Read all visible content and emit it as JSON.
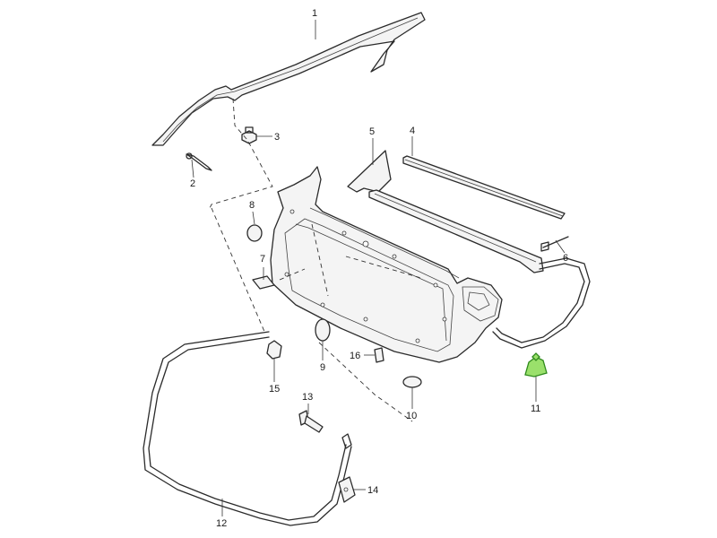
{
  "callouts": [
    "1",
    "2",
    "3",
    "4",
    "5",
    "6",
    "7",
    "8",
    "9",
    "10",
    "11",
    "12",
    "13",
    "14",
    "15",
    "16"
  ],
  "highlight_color": "#2f8a1c",
  "line_color": "#2b2b2b"
}
